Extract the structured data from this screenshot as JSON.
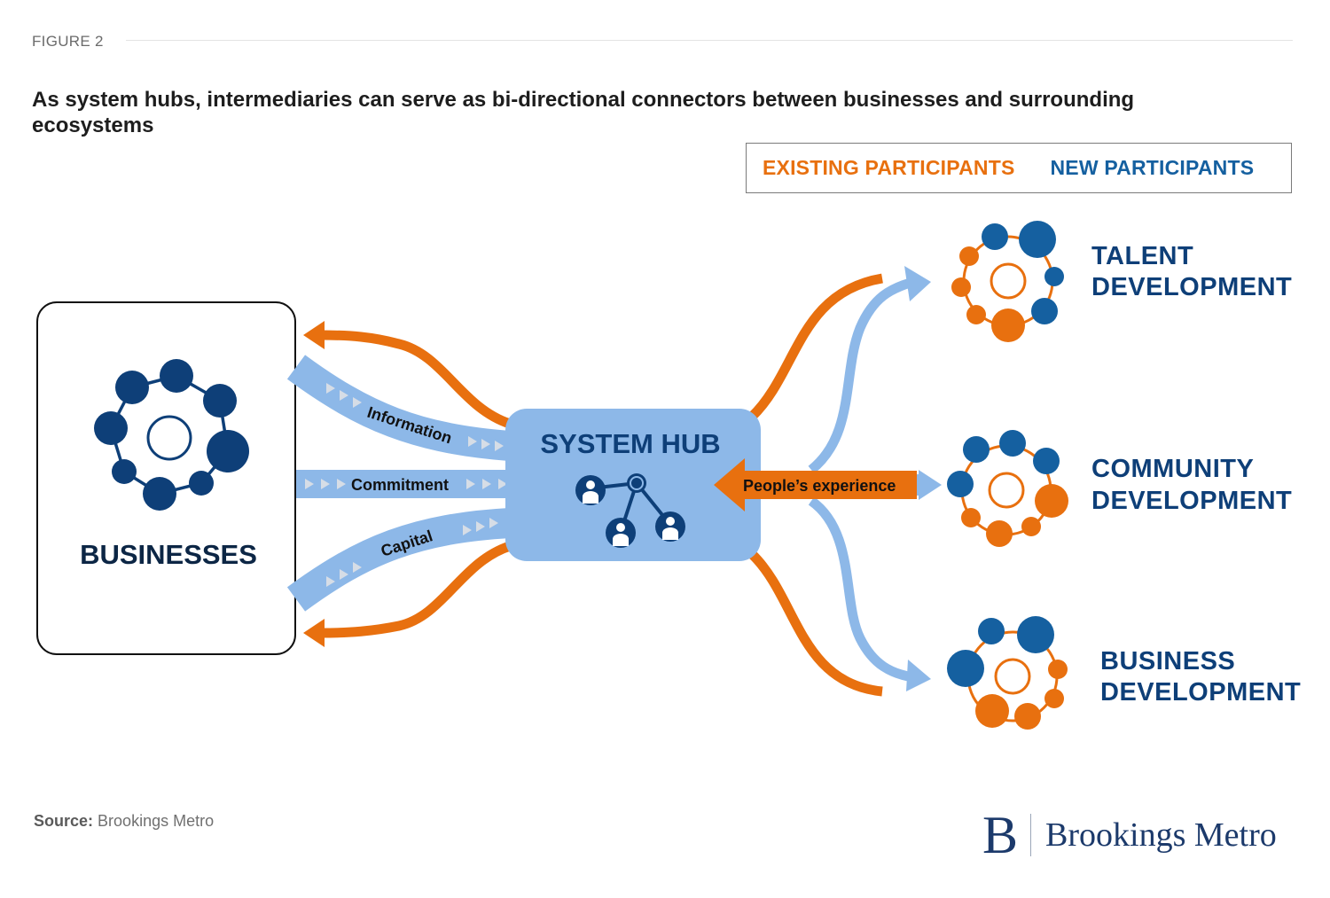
{
  "figure": {
    "label": "FIGURE 2",
    "title": "As system hubs, intermediaries can serve as bi-directional connectors between businesses and surrounding ecosystems"
  },
  "legend": {
    "existing": {
      "label": "EXISTING PARTICIPANTS",
      "color": "#e8700f"
    },
    "new": {
      "label": "NEW PARTICIPANTS",
      "color": "#1560a0"
    }
  },
  "colors": {
    "navy": "#0e3f78",
    "dark_navy": "#0c2645",
    "blue_participant": "#1560a0",
    "flow_blue": "#8db8e8",
    "orange": "#e8700f",
    "chevron": "#d6dde6"
  },
  "businesses": {
    "label": "BUSINESSES",
    "icon": "network-cluster-icon"
  },
  "hub": {
    "label": "SYSTEM HUB",
    "icon": "people-network-icon"
  },
  "flows_to_hub": [
    {
      "label": "Information"
    },
    {
      "label": "Commitment"
    },
    {
      "label": "Capital"
    }
  ],
  "people_flow": {
    "label": "People’s experience"
  },
  "ecosystems": [
    {
      "line1": "TALENT",
      "line2": "DEVELOPMENT"
    },
    {
      "line1": "COMMUNITY",
      "line2": "DEVELOPMENT"
    },
    {
      "line1": "BUSINESS",
      "line2": "DEVELOPMENT"
    }
  ],
  "footer": {
    "source_label": "Source:",
    "source_value": "Brookings Metro",
    "brand_mark": "B",
    "brand_name": "Brookings Metro"
  }
}
